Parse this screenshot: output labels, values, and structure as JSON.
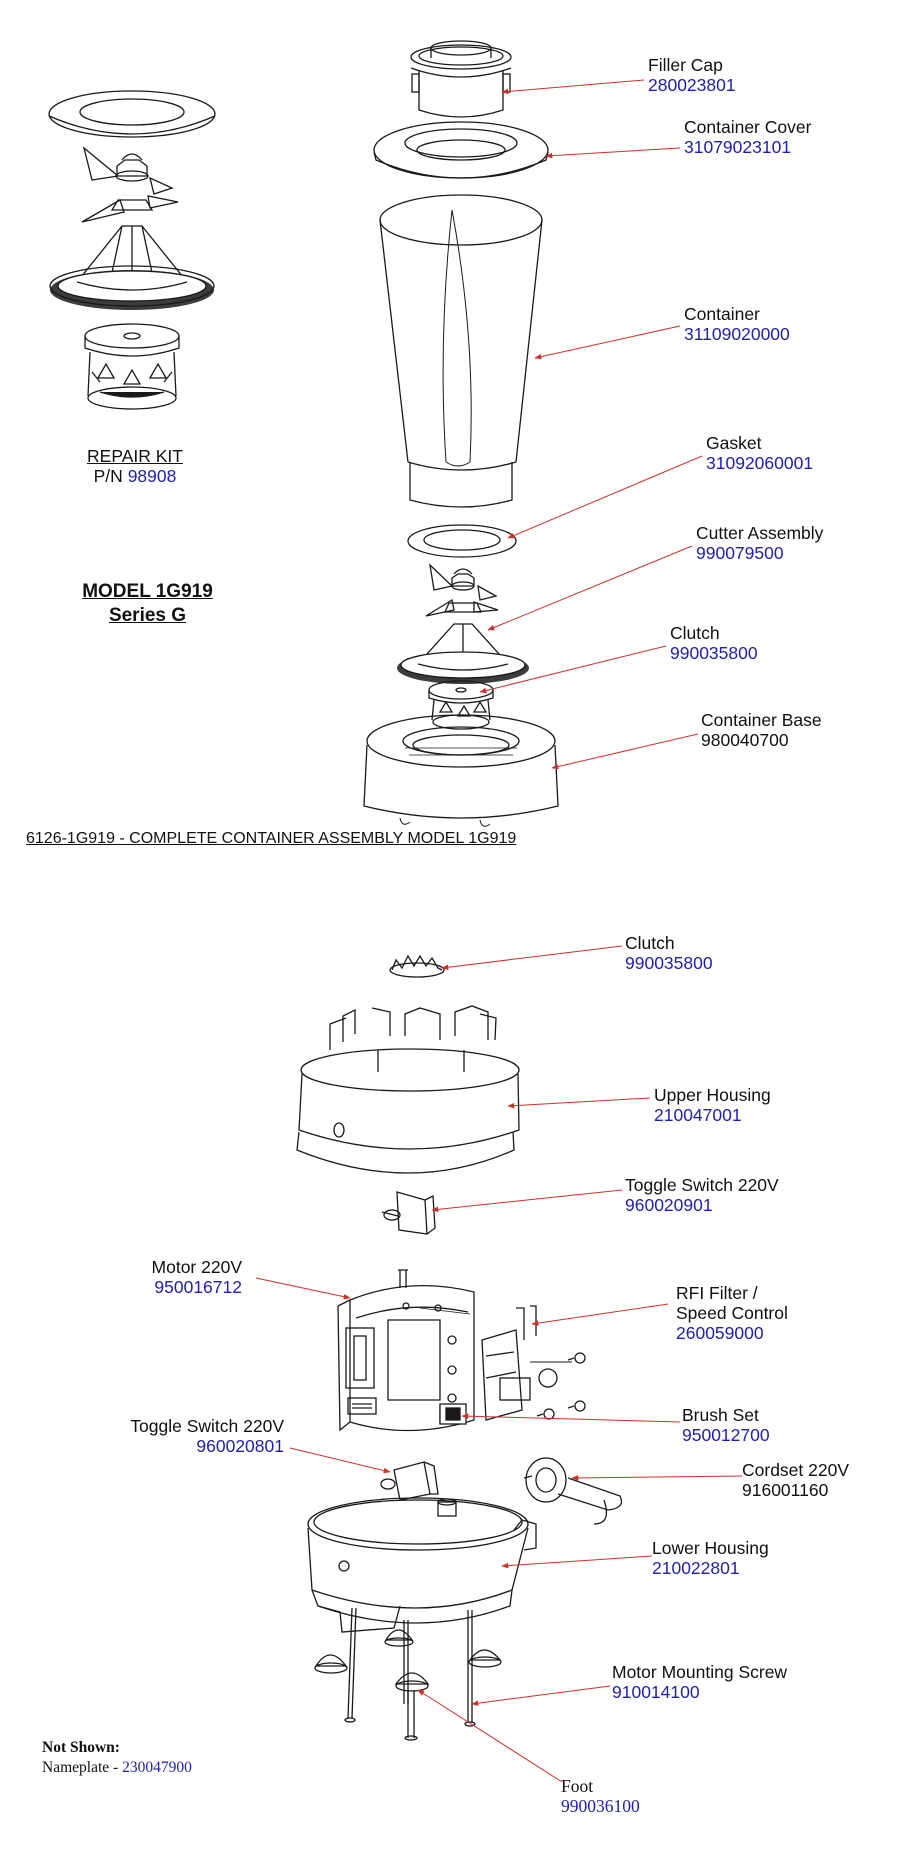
{
  "colors": {
    "part_number": "#1e1eb4",
    "leader_line": "#d0312d",
    "outline": "#1a1a1a",
    "text": "#111111"
  },
  "repair_kit": {
    "title": "REPAIR KIT",
    "pn_prefix": "P/N",
    "pn": "98908"
  },
  "model": {
    "line1": "MODEL 1G919",
    "line2": "Series G"
  },
  "assembly_caption": "6126-1G919 - COMPLETE CONTAINER ASSEMBLY MODEL  1G919",
  "parts": {
    "filler_cap": {
      "name": "Filler Cap",
      "pn": "280023801"
    },
    "container_cover": {
      "name": "Container Cover",
      "pn": "31079023101"
    },
    "container": {
      "name": "Container",
      "pn": "31109020000"
    },
    "gasket": {
      "name": "Gasket",
      "pn": "31092060001"
    },
    "cutter_assembly": {
      "name": "Cutter Assembly",
      "pn": "990079500"
    },
    "clutch_top": {
      "name": "Clutch",
      "pn": "990035800"
    },
    "container_base": {
      "name": "Container Base",
      "pn": "980040700"
    },
    "clutch_base": {
      "name": "Clutch",
      "pn": "990035800"
    },
    "upper_housing": {
      "name": "Upper Housing",
      "pn": "210047001"
    },
    "toggle_switch_1": {
      "name": "Toggle Switch 220V",
      "pn": "960020901"
    },
    "motor": {
      "name": "Motor 220V",
      "pn": "950016712"
    },
    "rfi_filter": {
      "name_line1": "RFI Filter /",
      "name_line2": "Speed Control",
      "pn": "260059000"
    },
    "brush_set": {
      "name": "Brush Set",
      "pn": "950012700"
    },
    "toggle_switch_2": {
      "name": "Toggle Switch 220V",
      "pn": "960020801"
    },
    "cordset": {
      "name": "Cordset 220V",
      "pn": "916001160"
    },
    "lower_housing": {
      "name": "Lower Housing",
      "pn": "210022801"
    },
    "motor_mounting_screw": {
      "name": "Motor Mounting Screw",
      "pn": "910014100"
    },
    "foot": {
      "name": "Foot",
      "pn": "990036100"
    }
  },
  "not_shown": {
    "heading": "Not Shown:",
    "item_name": "Nameplate",
    "separator": " - ",
    "item_pn": "230047900"
  }
}
